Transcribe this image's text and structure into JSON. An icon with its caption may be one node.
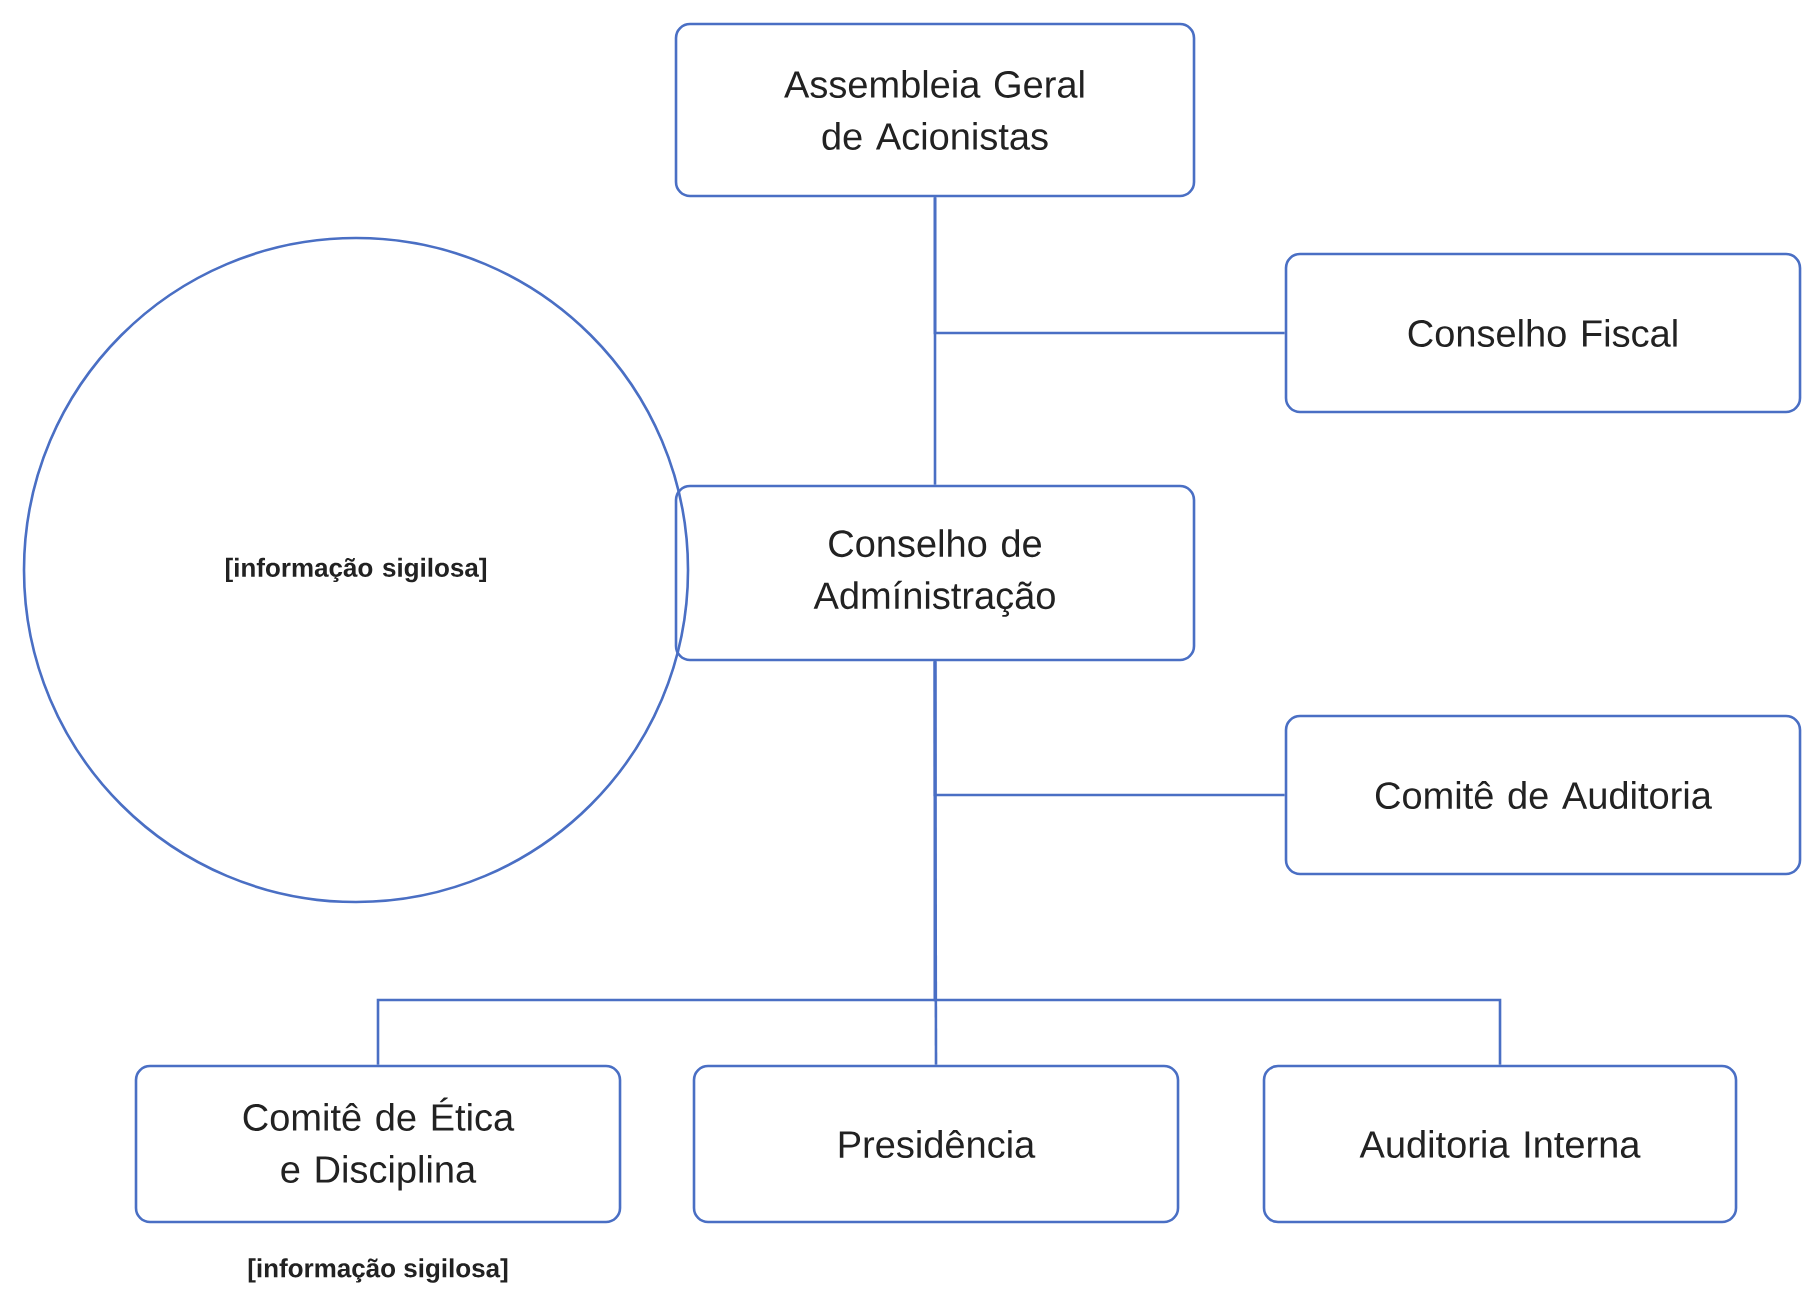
{
  "diagram": {
    "nodes": [
      {
        "text": [
          "Assembleia Geral de Acionistas"
        ]
      },
      {
        "text": [
          "Conselho Fiscal"
        ]
      },
      {
        "text": [
          "[informação sigilosa]"
        ]
      },
      {
        "text": [
          "Conselho de Admínistração"
        ]
      },
      {
        "text": [
          "Comitê de Auditoria"
        ]
      },
      {
        "text": [
          "Comitê de Ética e Disciplina"
        ],
        "beside": [
          "[informação sigilosa]"
        ]
      },
      {
        "text": [
          "Presidência"
        ]
      },
      {
        "text": [
          "Auditoria Interna"
        ]
      }
    ],
    "edges": [
      {
        "from": 0,
        "to": 3,
        "arrow": "none"
      },
      {
        "from": 0,
        "to": 1,
        "arrow": "none"
      },
      {
        "from": 3,
        "to": 4,
        "arrow": "none"
      },
      {
        "from": 3,
        "to": 5,
        "arrow": "none"
      },
      {
        "from": 3,
        "to": 6,
        "arrow": "none"
      },
      {
        "from": 3,
        "to": 7,
        "arrow": "none"
      }
    ]
  }
}
